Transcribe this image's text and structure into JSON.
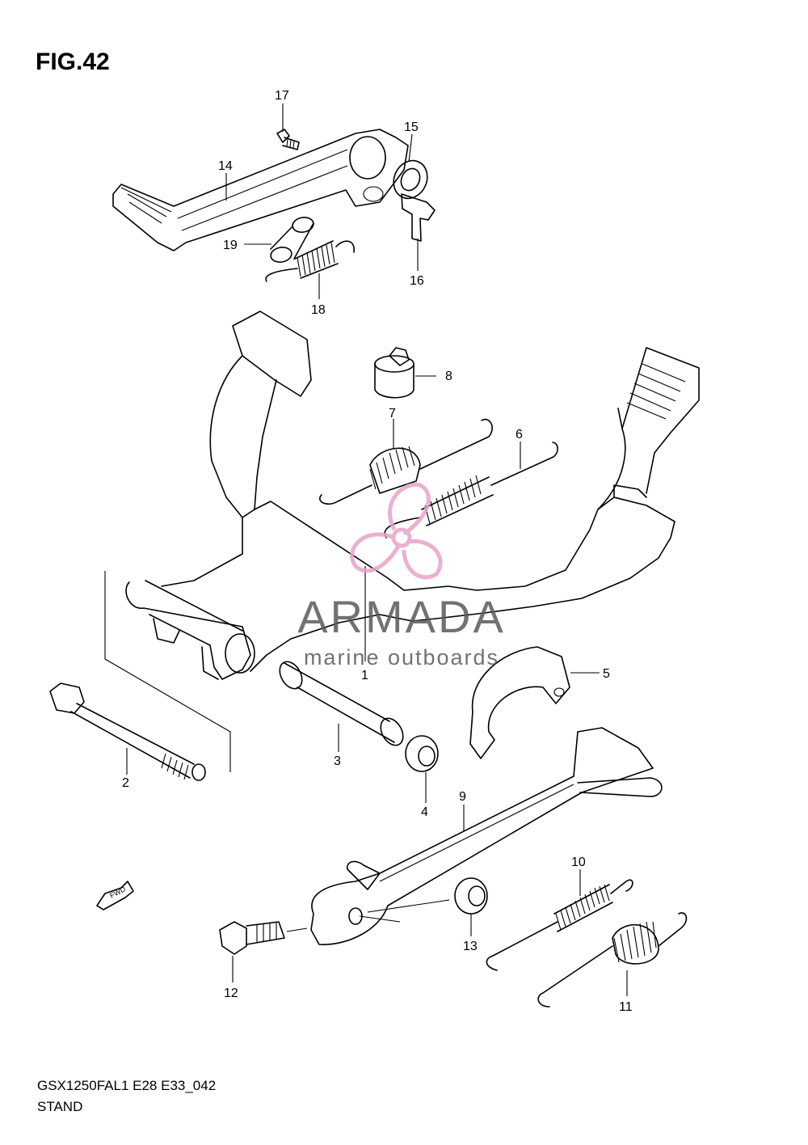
{
  "figure": {
    "title": "FIG.42",
    "model_code": "GSX1250FAL1 E28 E33_042",
    "section_name": "STAND"
  },
  "watermark": {
    "brand": "ARMADA",
    "tagline": "marine outboards",
    "logo_color": "#e8a3c8",
    "text_color": "#5a5a5a"
  },
  "fwd_label": "FWD",
  "callouts": [
    "1",
    "2",
    "3",
    "4",
    "5",
    "6",
    "7",
    "8",
    "9",
    "10",
    "11",
    "12",
    "13",
    "14",
    "15",
    "16",
    "17",
    "18",
    "19"
  ]
}
